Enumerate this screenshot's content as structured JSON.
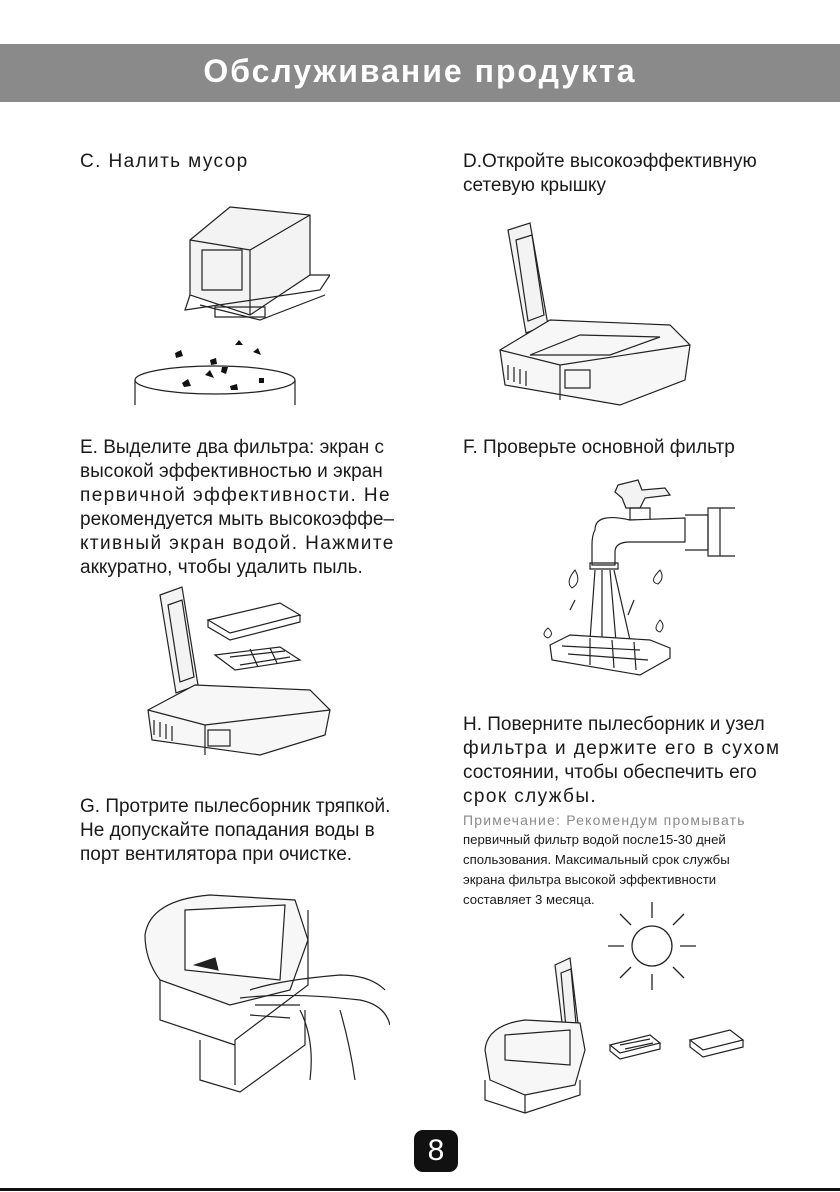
{
  "header": {
    "title": "Обслуживание продукта"
  },
  "sections": {
    "c": {
      "title": "С. Налить мусор"
    },
    "d": {
      "title_line1": "D.Откройте высокоэффективную",
      "title_line2": "сетевую крышку"
    },
    "e": {
      "lines": [
        "E. Выделите два фильтра: экран с",
        "высокой эффективностью и экран",
        "первичной эффективности. Не",
        "рекомендуется мыть высокоэффе–",
        "ктивный экран водой. Нажмите",
        "аккуратно, чтобы удалить пыль."
      ]
    },
    "f": {
      "title": "F. Проверьте основной фильтр"
    },
    "g": {
      "lines": [
        "G. Протрите пылесборник тряпкой.",
        "Не допускайте попадания воды в",
        "порт вентилятора при очистке."
      ]
    },
    "h": {
      "lines": [
        "H. Поверните пылесборник и узел",
        "фильтра и держите его в сухом",
        "состоянии, чтобы обеспечить его",
        "срок службы."
      ]
    },
    "note": {
      "heading": "Примечание: Рекомендум промывать",
      "lines": [
        "первичный фильтр водой после15-30 дней",
        "спользования. Максимальный срок службы",
        "экрана фильтра высокой эффективности",
        "составляет 3 месяца."
      ]
    }
  },
  "page": {
    "number": "8"
  }
}
